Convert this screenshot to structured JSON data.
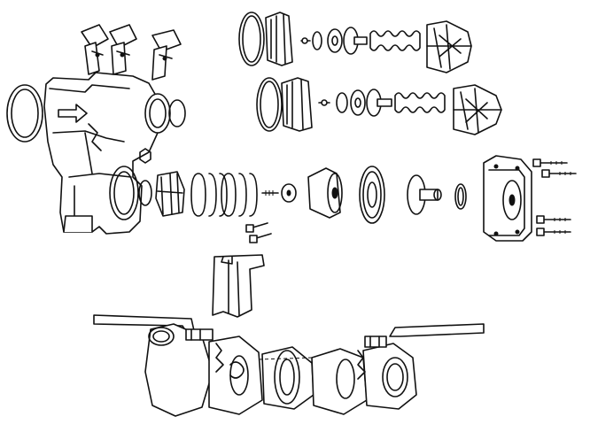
{
  "diagram": {
    "kind": "exploded-assembly",
    "colors": {
      "line": "#111111",
      "background": "#ffffff"
    },
    "parts": [
      {
        "id": "body",
        "icon": "valve-body-with-test-cocks"
      },
      {
        "id": "check-assembly-1",
        "icon": "check-valve-cartridge"
      },
      {
        "id": "check-assembly-2",
        "icon": "check-valve-cartridge"
      },
      {
        "id": "relief-assembly",
        "icon": "relief-valve-parts"
      },
      {
        "id": "relief-cover",
        "icon": "cover-with-bolts"
      },
      {
        "id": "mounting-bracket",
        "icon": "bracket"
      },
      {
        "id": "shutoff-assembly",
        "icon": "ball-valves-with-handles"
      }
    ]
  }
}
